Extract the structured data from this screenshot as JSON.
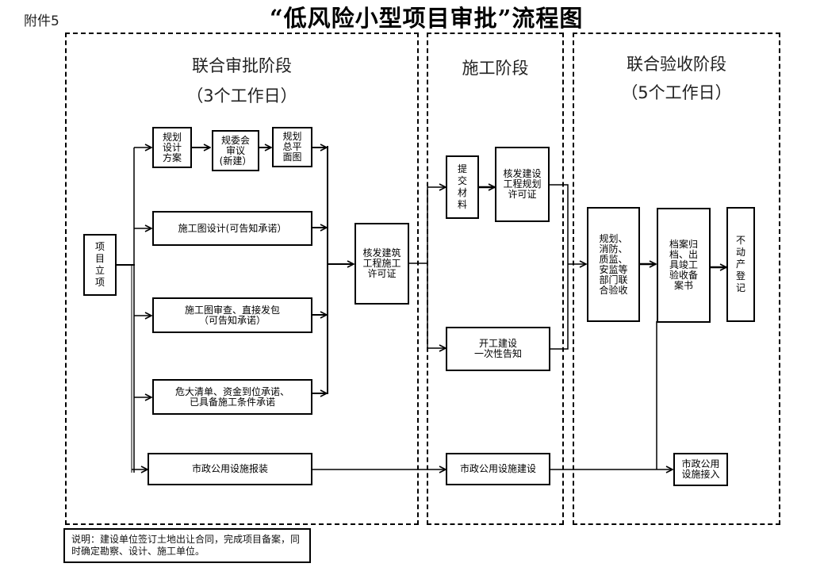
{
  "header": {
    "attachment_label": "附件5",
    "title": "“低风险小型项目审批”流程图"
  },
  "stages": [
    {
      "title": "联合审批阶段",
      "subtitle": "（3个工作日）"
    },
    {
      "title": "施工阶段",
      "subtitle": ""
    },
    {
      "title": "联合验收阶段",
      "subtitle": "（5个工作日）"
    }
  ],
  "nodes": {
    "project_approval": "项目立项",
    "planning_scheme": "规划\n设计\n方案",
    "planning_committee": "规委会\n审议\n(新建）",
    "site_plan": "规划\n总平\n面图",
    "construction_drawing_design": "施工图设计(可告知承诺）",
    "drawing_review": "施工图审查、直接发包\n（可告知承诺）",
    "hazard_list": "危大清单、资金到位承诺、\n已具备施工条件承诺",
    "municipal_application": "市政公用设施报装",
    "construction_permit": "核发建筑\n工程施工\n许可证",
    "submit_materials": "提交材料",
    "planning_permit": "核发建设\n工程规划\n许可证",
    "construction_start_notice": "开工建设\n一次性告知",
    "municipal_construction": "市政公用设施建设",
    "joint_acceptance": "规划、\n消防、\n质监、\n安监等\n部门联\n合验收",
    "archive_filing": "档案归\n档、出\n具竣工\n验收备\n案书",
    "property_registration": "不动产登记",
    "municipal_connection": "市政公用\n设施接入"
  },
  "note": "说明：建设单位签订土地出让合同，完成项目备案，同时确定勘察、设计、施工单位。"
}
